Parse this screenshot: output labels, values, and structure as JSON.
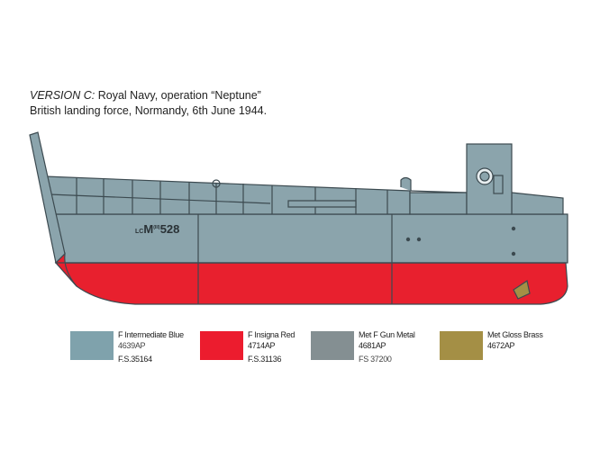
{
  "caption": {
    "version": "VERSION C:",
    "line1_rest": "Royal Navy, operation “Neptune”",
    "line2": "British landing force, Normandy, 6th June 1944."
  },
  "hull_marking": {
    "prefix": "LC",
    "letter": "M",
    "superscript": "(III)",
    "number": "528"
  },
  "colors": {
    "hull": "#8ba4ac",
    "red": "#e8202e",
    "outline": "#3c4a50"
  },
  "paints": [
    {
      "name": "F Intermediate Blue",
      "code": "4639AP",
      "fs": "F.S.35164",
      "color": "#7fa2ac"
    },
    {
      "name": "F Insigna Red",
      "code": "4714AP",
      "fs": "F.S.31136",
      "color": "#ec1c2e"
    },
    {
      "name": "Met F Gun Metal",
      "code": "4681AP",
      "fs": "FS 37200",
      "color": "#848f92"
    },
    {
      "name": "Met Gloss Brass",
      "code": "4672AP",
      "fs": null,
      "color": "#a48f45"
    }
  ]
}
